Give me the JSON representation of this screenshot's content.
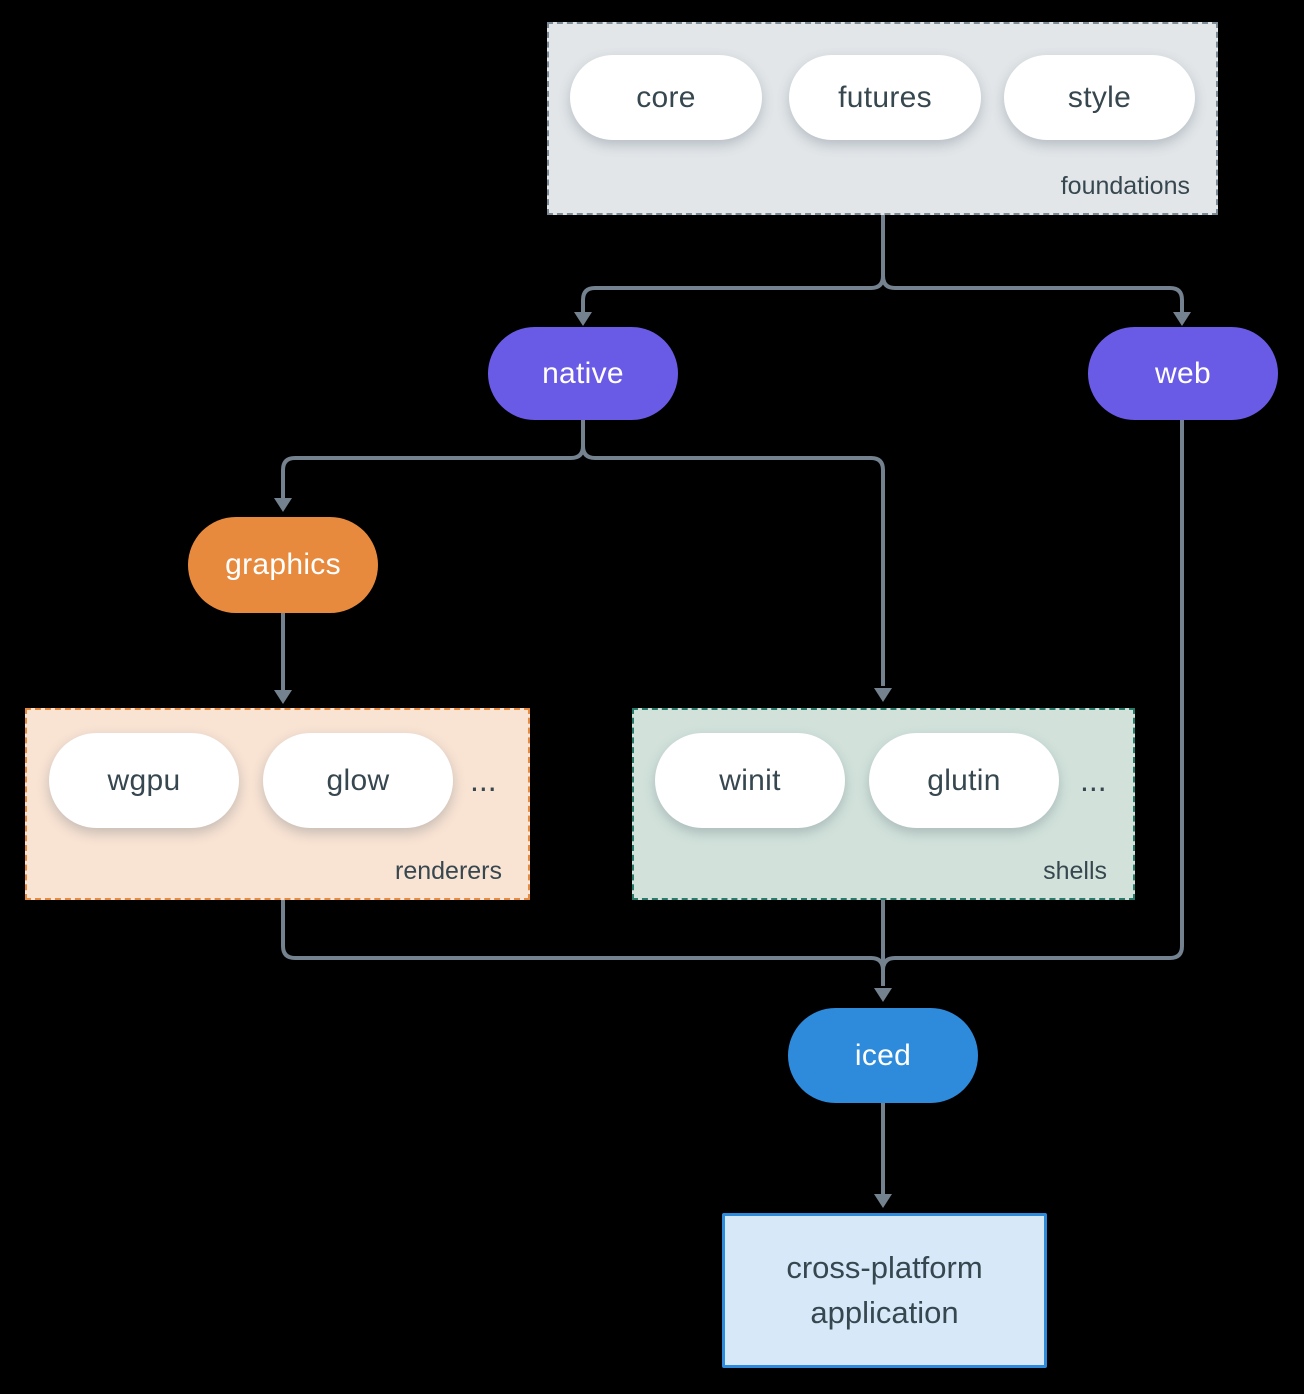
{
  "diagram": {
    "foundations": {
      "label": "foundations",
      "items": [
        "core",
        "futures",
        "style"
      ]
    },
    "native": {
      "label": "native"
    },
    "web": {
      "label": "web"
    },
    "graphics": {
      "label": "graphics"
    },
    "renderers": {
      "label": "renderers",
      "items": [
        "wgpu",
        "glow"
      ],
      "ellipsis": "..."
    },
    "shells": {
      "label": "shells",
      "items": [
        "winit",
        "glutin"
      ],
      "ellipsis": "..."
    },
    "iced": {
      "label": "iced"
    },
    "application": {
      "line1": "cross-platform",
      "line2": "application"
    }
  },
  "colors": {
    "background": "#000000",
    "purple": "#6a5be6",
    "orange": "#e78a3e",
    "blue": "#2e8bdc",
    "foundations_fill": "#e2e6e9",
    "foundations_border": "#7d8b96",
    "renderers_fill": "#f9e3d3",
    "renderers_border": "#e78a3e",
    "shells_fill": "#d2e2db",
    "shells_border": "#287b6b",
    "app_fill": "#d7e9f8",
    "app_border": "#2e8bdc",
    "arrow": "#74818e",
    "text_dark": "#37474f",
    "node_text": "#ffffff"
  }
}
